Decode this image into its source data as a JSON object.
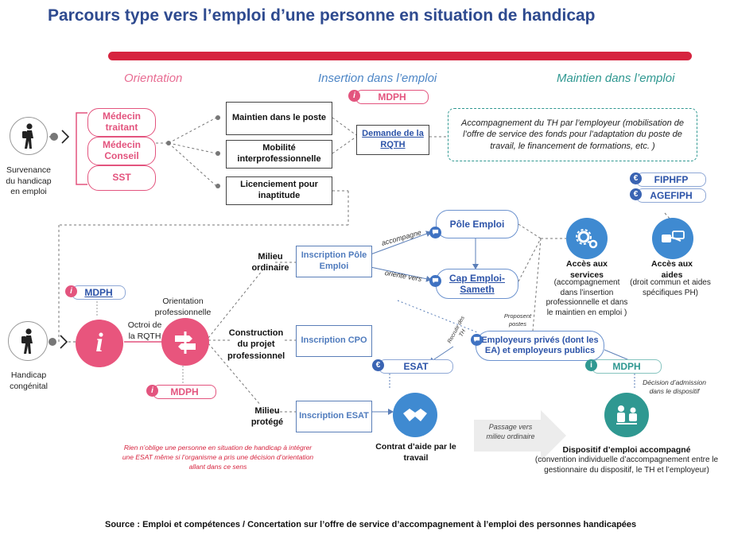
{
  "title": "Parcours type vers l’emploi d’une personne en situation de handicap",
  "phases": {
    "orientation": "Orientation",
    "insertion": "Insertion dans l’emploi",
    "maintien": "Maintien dans l’emploi"
  },
  "survenance": {
    "label": "Survenance du handicap en emploi",
    "doctors": [
      "Médecin traitant",
      "Médecin Conseil",
      "SST"
    ]
  },
  "options": {
    "maintien_poste": "Maintien dans le poste",
    "mobilite": "Mobilité interprofessionnelle",
    "licenciement": "Licenciement pour inaptitude"
  },
  "mdph_label": "MDPH",
  "info_glyph": "i",
  "euro_glyph": "€",
  "rqth_request": "Demande de la RQTH",
  "accompagnement_employeur": "Accompagnement du TH par l’employeur (mobilisation de l’offre de service des fonds pour l’adaptation du poste de travail, le financement de formations, etc. )",
  "congenital": {
    "label": "Handicap congénital"
  },
  "octroi_rqth": "Octroi de la RQTH",
  "orientation_pro": "Orientation professionnelle",
  "milieux": {
    "ordinaire": "Milieu ordinaire",
    "projet": "Construction du projet professionnel",
    "protege": "Milieu protégé"
  },
  "inscriptions": {
    "pole_emploi": "Inscription Pôle Emploi",
    "cpo": "Inscription CPO",
    "esat": "Inscription ESAT"
  },
  "operators": {
    "pole_emploi": "Pôle Emploi",
    "cap_emploi": "Cap Emploi-Sameth"
  },
  "arrow_labels": {
    "accompagne": "accompagne",
    "oriente_vers": "oriente vers",
    "proposent_postes": "Proposent postes",
    "recrute_th": "Recrute des TH",
    "decision_admission": "Décision d’admission dans le dispositif",
    "passage": "Passage vers milieu ordinaire"
  },
  "funds": [
    "FIPHFP",
    "AGEFIPH"
  ],
  "acces_services": {
    "title": "Accès aux services",
    "detail": "(accompagnement dans l’insertion professionnelle et dans le maintien en emploi )"
  },
  "acces_aides": {
    "title": "Accès aux aides",
    "detail": "(droit commun et aides spécifiques PH)"
  },
  "employeurs": "Employeurs privés (dont les EA) et employeurs publics",
  "esat_label": "ESAT",
  "contrat": "Contrat d’aide par le travail",
  "dispositif": {
    "title": "Dispositif d’emploi accompagné",
    "detail": "(convention individuelle d’accompagnement entre le gestionnaire du dispositif, le TH et l’employeur)"
  },
  "note_esat": "Rien n’oblige une personne en situation de handicap à intégrer une ESAT même si l’organisme a pris une décision d’orientation allant dans ce sens",
  "source": "Source : Emploi et compétences / Concertation sur l’offre de service d’accompagnement à l’emploi des personnes handicapées",
  "colors": {
    "title": "#2e4a8f",
    "red": "#d6243f",
    "pink": "#e3547e",
    "blue": "#2c53a8",
    "teal": "#2f9891",
    "mid_blue": "#3f8ad1"
  }
}
